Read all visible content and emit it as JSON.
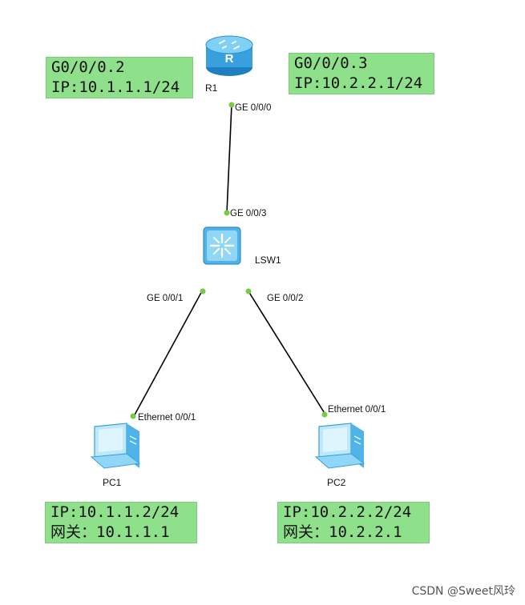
{
  "devices": {
    "router": {
      "name": "R1",
      "icon": "router-icon",
      "color": "#4fb3e8"
    },
    "switch": {
      "name": "LSW1",
      "icon": "switch-icon",
      "color": "#4fb3e8"
    },
    "pc1": {
      "name": "PC1",
      "icon": "pc-icon"
    },
    "pc2": {
      "name": "PC2",
      "icon": "pc-icon"
    }
  },
  "ports": {
    "r1_ge000": "GE 0/0/0",
    "lsw1_ge003": "GE 0/0/3",
    "lsw1_ge001": "GE 0/0/1",
    "lsw1_ge002": "GE 0/0/2",
    "pc1_eth": "Ethernet 0/0/1",
    "pc2_eth": "Ethernet 0/0/1"
  },
  "notes": {
    "subif_left": {
      "line1": "G0/0/0.2",
      "line2": "IP:10.1.1.1/24"
    },
    "subif_right": {
      "line1": "G0/0/0.3",
      "line2": "IP:10.2.2.1/24"
    },
    "pc1_cfg": {
      "line1": "IP:10.1.1.2/24",
      "line2": "网关：10.1.1.1"
    },
    "pc2_cfg": {
      "line1": "IP:10.2.2.2/24",
      "line2": "网关：10.2.2.1"
    }
  },
  "colors": {
    "note_bg": "#8fe08a",
    "port_dot": "#7ac943",
    "link": "#000000"
  },
  "watermark": "CSDN @Sweet风玲"
}
